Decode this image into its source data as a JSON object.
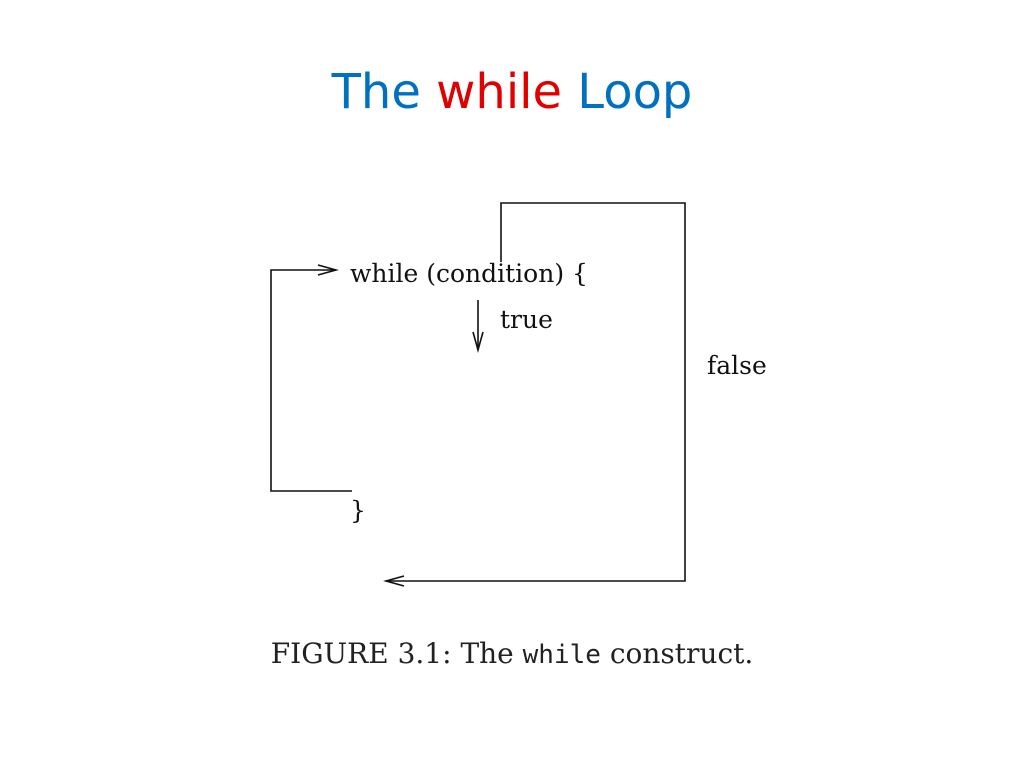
{
  "title": {
    "prefix": "The",
    "keyword": "while",
    "suffix": "Loop"
  },
  "diagram": {
    "while_line": "while (condition) {",
    "true_label": "true",
    "false_label": "false",
    "close_brace": "}"
  },
  "caption": {
    "prefix": "FIGURE 3.1: The",
    "keyword": "while",
    "suffix": "construct."
  },
  "colors": {
    "title": "#0070c0",
    "keyword": "#e00000",
    "lines": "#111111"
  }
}
